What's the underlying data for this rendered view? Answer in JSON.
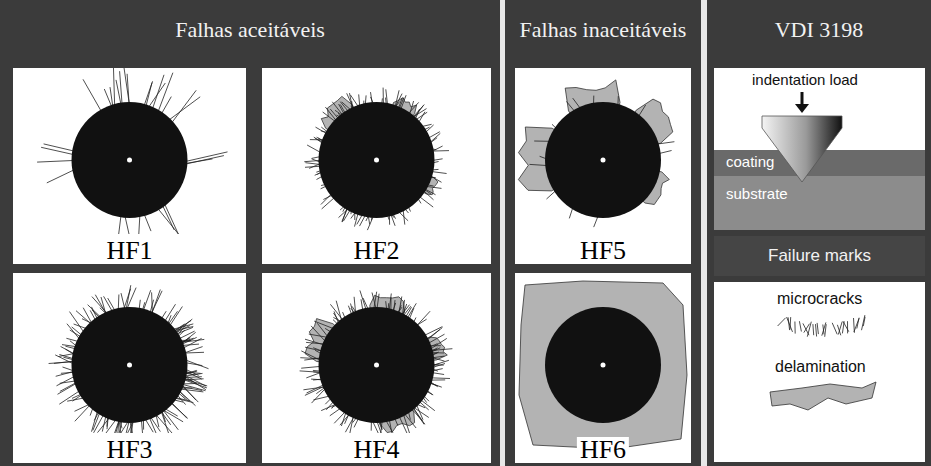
{
  "diagram": {
    "nodes": [
      {
        "text": [
          "Falhas aceitáveis"
        ]
      },
      {
        "text": [
          "HF1"
        ],
        "in": 0
      },
      {
        "text": [
          "HF2"
        ],
        "in": 0
      },
      {
        "text": [
          "HF3"
        ],
        "in": 0
      },
      {
        "text": [
          "HF4"
        ],
        "in": 0
      },
      {
        "text": [
          "Falhas inaceitáveis"
        ]
      },
      {
        "text": [
          "HF5"
        ],
        "in": 5
      },
      {
        "text": [
          "HF6"
        ],
        "in": 5
      },
      {
        "text": [
          "VDI 3198"
        ]
      },
      {
        "text": [
          "Failure marks"
        ],
        "in": 8
      }
    ],
    "labels": [
      "indentation load",
      "coating",
      "substrate"
    ],
    "legend": [
      {
        "text": "microcracks"
      },
      {
        "text": "delamination"
      }
    ]
  }
}
